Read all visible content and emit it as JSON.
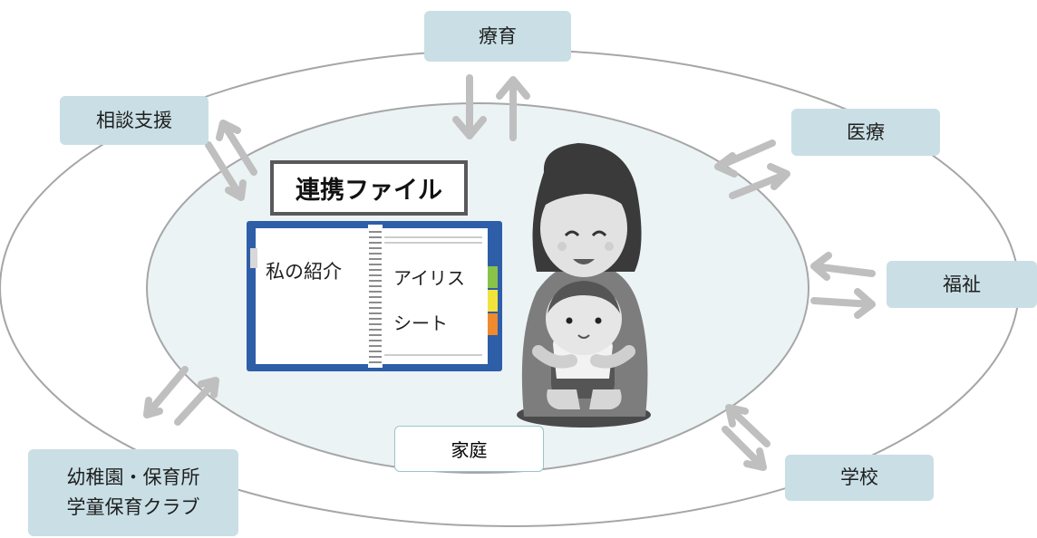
{
  "colors": {
    "node_fill": "#c9dfe5",
    "inner_ellipse_fill": "#ebf3f5",
    "ellipse_stroke": "#a6a6a6",
    "arrow": "#bfbfbf",
    "notebook_cover": "#2e5ea8"
  },
  "center": {
    "file_title": "連携ファイル",
    "notebook_left": "私の紹介",
    "notebook_right_line1": "アイリス",
    "notebook_right_line2": "シート",
    "home": "家庭"
  },
  "nodes": {
    "therapy": "療育",
    "medical": "医療",
    "welfare": "福祉",
    "school": "学校",
    "consultation": "相談支援",
    "nursery_line1": "幼稚園・保育所",
    "nursery_line2": "学童保育クラブ"
  },
  "illustration": "mother-holding-child"
}
